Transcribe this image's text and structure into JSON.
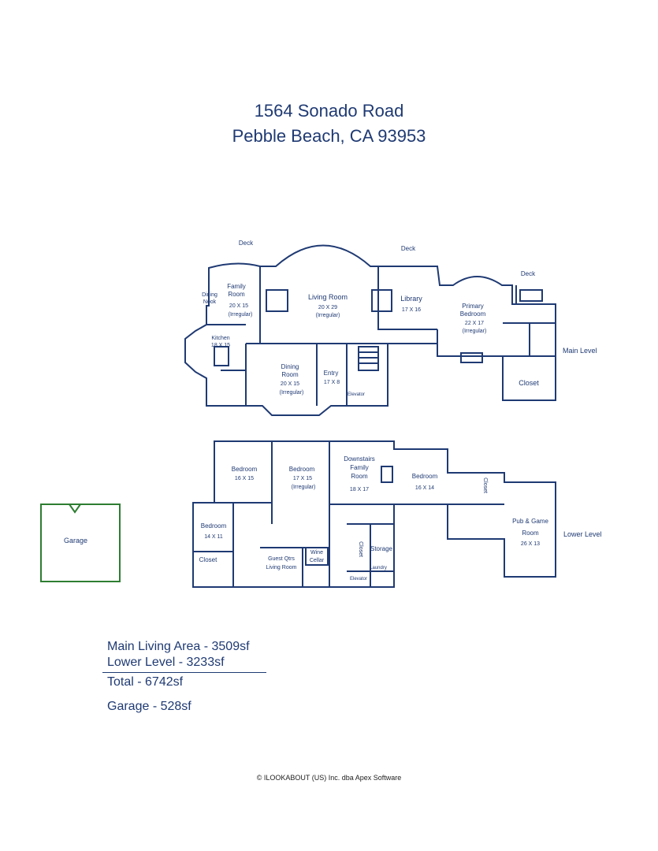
{
  "address": {
    "line1": "1564 Sonado Road",
    "line2": "Pebble Beach, CA 93953"
  },
  "main_level": {
    "label": "Main Level",
    "outside": [
      "Deck",
      "Deck",
      "Deck"
    ],
    "rooms": [
      {
        "name": "Family",
        "name2": "Room",
        "dims": "20 X 15",
        "note": "(Irregular)"
      },
      {
        "name": "Dining",
        "name2": "Nook"
      },
      {
        "name": "Kitchen",
        "dims": "18 X 15"
      },
      {
        "name": "Living Room",
        "dims": "20 X 29",
        "note": "(Irregular)"
      },
      {
        "name": "Library",
        "dims": "17 X 16"
      },
      {
        "name": "Primary",
        "name2": "Bedroom",
        "dims": "22 X 17",
        "note": "(Irregular)"
      },
      {
        "name": "Dining",
        "name2": "Room",
        "dims": "20 X 15",
        "note": "(Irregular)"
      },
      {
        "name": "Entry",
        "dims": "17 X 8"
      },
      {
        "name": "Elevator"
      },
      {
        "name": "Closet"
      }
    ]
  },
  "lower_level": {
    "label": "Lower Level",
    "rooms": [
      {
        "name": "Bedroom",
        "dims": "16 X 15"
      },
      {
        "name": "Bedroom",
        "dims": "17 X 15",
        "note": "(Irregular)"
      },
      {
        "name": "Downstairs",
        "name2": "Family",
        "name3": "Room",
        "dims": "18 X 17"
      },
      {
        "name": "Bedroom",
        "dims": "16 X 14"
      },
      {
        "name": "Closet"
      },
      {
        "name": "Bedroom",
        "dims": "14 X 11"
      },
      {
        "name": "Closet"
      },
      {
        "name": "Guest Qtrs",
        "name2": "Living Room"
      },
      {
        "name": "Wine",
        "name2": "Cellar"
      },
      {
        "name": "Closet"
      },
      {
        "name": "Storage"
      },
      {
        "name": "Laundry"
      },
      {
        "name": "Elevator"
      },
      {
        "name": "Pub & Game",
        "name2": "Room",
        "dims": "26 X 13"
      }
    ]
  },
  "garage": {
    "label": "Garage"
  },
  "areas": {
    "main": "Main Living Area - 3509sf",
    "lower": "Lower Level - 3233sf",
    "total": "Total - 6742sf",
    "garage": "Garage - 528sf"
  },
  "copyright": "© ILOOKABOUT (US) Inc. dba Apex Software",
  "colors": {
    "wall": "#1f3a73",
    "garage_wall": "#2e7d32",
    "text": "#1f3a73"
  }
}
